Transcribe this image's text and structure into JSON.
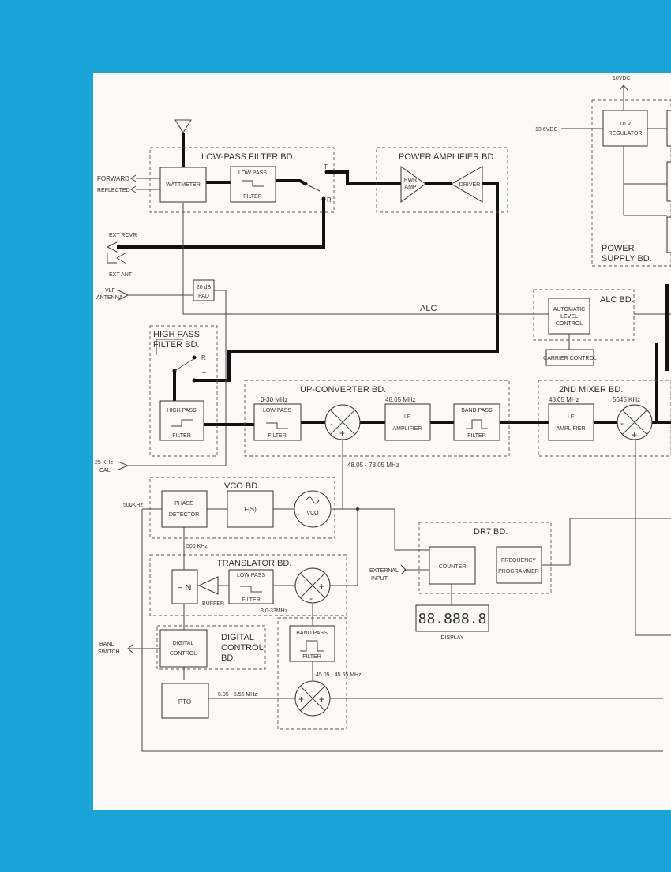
{
  "boards": {
    "low_pass_filter": "LOW-PASS FILTER BD.",
    "power_amplifier": "POWER AMPLIFIER BD.",
    "power_supply_l1": "POWER",
    "power_supply_l2": "SUPPLY BD.",
    "alc": "ALC BD.",
    "high_pass_l1": "HIGH PASS",
    "high_pass_l2": "FILTER BD.",
    "up_converter": "UP-CONVERTER BD.",
    "second_mixer": "2ND MIXER BD.",
    "vco": "VCO BD.",
    "dr7": "DR7 BD.",
    "translator": "TRANSLATOR BD.",
    "digital_control_l1": "DIGITAL",
    "digital_control_l2": "CONTROL",
    "digital_control_l3": "BD."
  },
  "blocks": {
    "wattmeter": "WATTMETER",
    "lpf_l1": "LOW PASS",
    "lpf_l2": "FILTER",
    "pwr_amp_l1": "PWR",
    "pwr_amp_l2": "AMP",
    "driver": "DRIVER",
    "regulator_l1": "10 V",
    "regulator_l2": "REGULATOR",
    "pad_l1": "20 dB",
    "pad_l2": "PAD",
    "alc_l1": "AUTOMATIC",
    "alc_l2": "LEVEL",
    "alc_l3": "CONTROL",
    "carrier_control": "CARRIER CONTROL",
    "hpf_l1": "HIGH PASS",
    "hpf_l2": "FILTER",
    "uc_lpf_l1": "LOW PASS",
    "uc_lpf_l2": "FILTER",
    "if_amp_l1": "I F",
    "if_amp_l2": "AMPLIFIER",
    "bpf_l1": "BAND PASS",
    "bpf_l2": "FILTER",
    "if2_l1": "I F",
    "if2_l2": "AMPLIFIER",
    "phase_l1": "PHASE",
    "phase_l2": "DETECTOR",
    "fs": "F(S)",
    "vco": "VCO",
    "counter": "COUNTER",
    "freq_prog_l1": "FREQUENCY",
    "freq_prog_l2": "PROGRAMMER",
    "divider": "÷ N",
    "buffer": "BUFFER",
    "tr_lpf_l1": "LOW PASS",
    "tr_lpf_l2": "FILTER",
    "tr_bpf_l1": "BAND PASS",
    "tr_bpf_l2": "FILTER",
    "digital_control_l1": "DIGITAL",
    "digital_control_l2": "CONTROL",
    "pto": "PTO",
    "display_digits": "88.888.8",
    "display_label": "DISPLAY"
  },
  "labels": {
    "forward": "FORWARD",
    "reflected": "REFLECTED",
    "ext_rcvr": "EXT RCVR",
    "ext_ant": "EXT ANT",
    "vlf_l1": "VLF",
    "vlf_l2": "ANTENNA",
    "alc": "ALC",
    "cal_l1": "25 KHz",
    "cal_l2": "CAL",
    "ten_vdc": "10VDC",
    "thirteen_vdc": "13.6VDC",
    "t_upper": "T",
    "r_upper": "R",
    "r_lower": "R",
    "t_lower": "T",
    "freq_0_30": "0-30 MHz",
    "freq_48_05": "48.05 MHz",
    "freq_48_05_2": "48.05 MHz",
    "freq_5645": "5645 KHz",
    "freq_48_78": "48.05 - 78.05 MHz",
    "freq_500k_1": "500KHz",
    "freq_500k_2": "500 KHz",
    "freq_3_33": "3.0-33MHz",
    "freq_45_48": "45.05 - 45.55 MHz",
    "freq_5_55": "5.05 - 5.55 MHz",
    "ext_in_l1": "EXTERNAL",
    "ext_in_l2": "INPUT",
    "band_l1": "BAND",
    "band_l2": "SWITCH",
    "minus1": "-",
    "plus1": "+",
    "minus2": "-",
    "plus2": "+",
    "minus3": "-",
    "plus3": "+",
    "plus4": "+",
    "plus5": "+"
  }
}
